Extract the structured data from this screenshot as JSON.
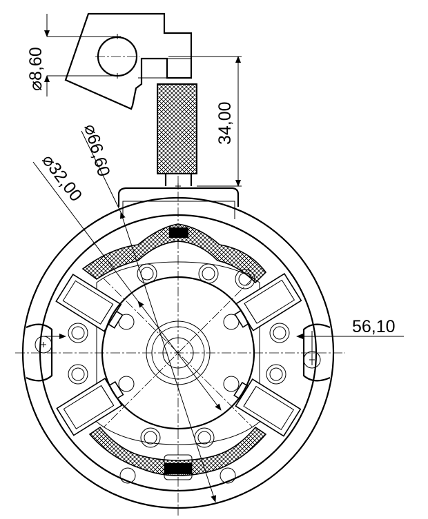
{
  "dimensions": {
    "hole_diameter": {
      "symbol": "⌀",
      "value": "8,60"
    },
    "connector_length": {
      "value": "34,00"
    },
    "outer_diameter": {
      "symbol": "⌀",
      "value": "66,60"
    },
    "inner_diameter": {
      "symbol": "⌀",
      "value": "32,00"
    },
    "mounting_width": {
      "value": "56,10"
    }
  },
  "components": {
    "brushes": 4,
    "springs": 4,
    "bolt_holes": 13
  }
}
